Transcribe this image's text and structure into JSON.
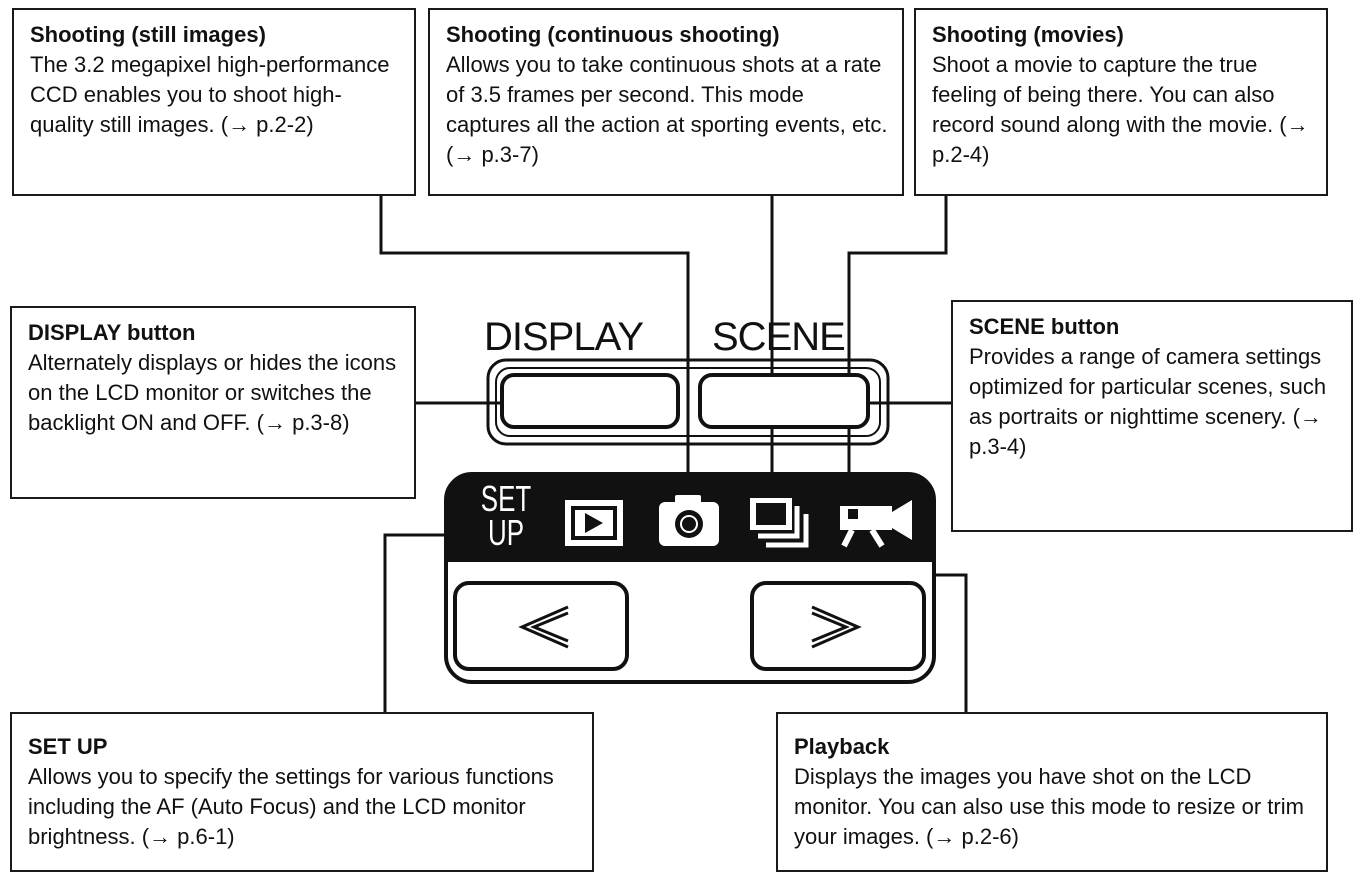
{
  "callouts": {
    "still": {
      "title": "Shooting (still images)",
      "body": "The 3.2 megapixel high-performance CCD enables you to shoot high-quality still images. (→ p.2-2)"
    },
    "continuous": {
      "title": "Shooting (continuous shooting)",
      "body": "Allows you to take continuous shots at a rate of 3.5 frames per second. This mode captures all the action at sporting events, etc. (→ p.3-7)"
    },
    "movies": {
      "title": "Shooting (movies)",
      "body": "Shoot a movie to capture the true feeling of being there. You can also record sound along with the movie. (→ p.2-4)"
    },
    "display": {
      "title": "DISPLAY button",
      "body": "Alternately displays or hides the icons on the LCD monitor or switches the backlight ON and OFF. (→ p.3-8)"
    },
    "scene": {
      "title": "SCENE button",
      "body": "Provides a range of camera settings optimized for particular scenes, such as portraits or nighttime scenery. (→ p.3-4)"
    },
    "setup": {
      "title": "SET UP",
      "body": "Allows you to specify the settings for various functions including the AF (Auto Focus) and the LCD monitor brightness. (→ p.6-1)"
    },
    "playback": {
      "title": "Playback",
      "body": "Displays the images you have shot on the LCD monitor. You can also use this mode to resize or trim your images. (→ p.2-6)"
    }
  },
  "panel": {
    "display_label": "DISPLAY",
    "scene_label": "SCENE",
    "setup_icon_top": "SET",
    "setup_icon_bottom": "UP",
    "left_arrow": "<",
    "right_arrow": ">",
    "icons": [
      "playback-icon",
      "camera-icon",
      "continuous-icon",
      "movie-icon"
    ]
  },
  "colors": {
    "ink": "#111111",
    "panel_black": "#111111",
    "background": "#ffffff"
  }
}
